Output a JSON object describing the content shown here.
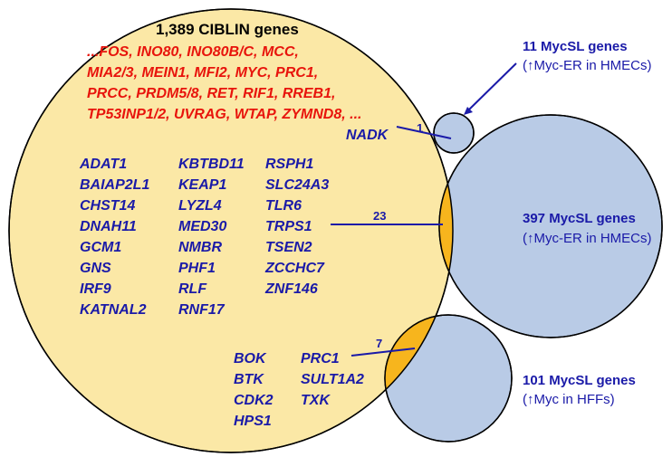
{
  "title": "1,389 CIBLIN genes",
  "red_lines": [
    "...FOS, INO80, INO80B/C, MCC,",
    "MIA2/3, MEIN1, MFI2, MYC, PRC1,",
    "PRCC, PRDM5/8, RET, RIF1, RREB1,",
    "TP53INP1/2, UVRAG, WTAP, ZYMND8, ..."
  ],
  "nadk": "NADK",
  "col1": [
    "ADAT1",
    "BAIAP2L1",
    "CHST14",
    "DNAH11",
    "GCM1",
    "GNS",
    "IRF9",
    "KATNAL2"
  ],
  "col2": [
    "KBTBD11",
    "KEAP1",
    "LYZL4",
    "MED30",
    "NMBR",
    "PHF1",
    "RLF",
    "RNF17"
  ],
  "col3": [
    "RSPH1",
    "SLC24A3",
    "TLR6",
    "TRPS1",
    "TSEN2",
    "ZCCHC7",
    "ZNF146"
  ],
  "bottom_col1": [
    "BOK",
    "BTK",
    "CDK2",
    "HPS1"
  ],
  "bottom_col2": [
    "PRC1",
    "SULT1A2",
    "TXK"
  ],
  "counts": {
    "small": "1",
    "big": "23",
    "bottom": "7"
  },
  "labels": {
    "small": [
      "11 MycSL genes",
      "(↑Myc-ER in HMECs)"
    ],
    "big": [
      "397 MycSL genes",
      "(↑Myc-ER in HMECs)"
    ],
    "bottom": [
      "101 MycSL genes",
      "(↑Myc in HFFs)"
    ]
  },
  "colors": {
    "ciblin_fill": "#fbe8a6",
    "mycsl_fill": "#b9cbe6",
    "overlap_fill": "#f7b51d",
    "red_text": "#e8140c",
    "blue_text": "#1a1aa8"
  }
}
